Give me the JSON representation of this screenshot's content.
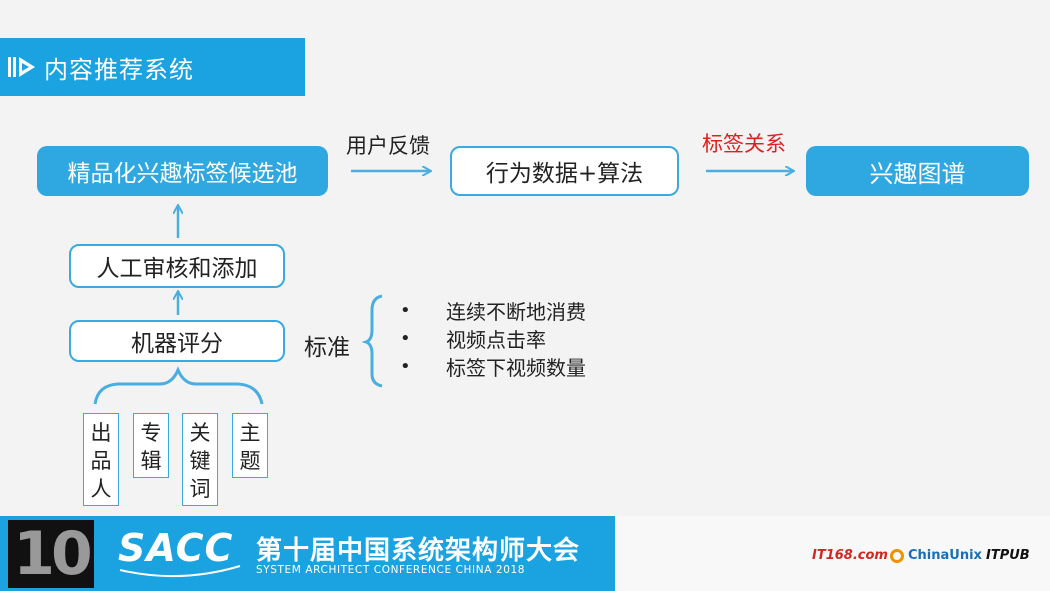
{
  "header": {
    "title": "内容推荐系统"
  },
  "flow": {
    "candidate_pool": "精品化兴趣标签候选池",
    "behavior_algo": "行为数据+算法",
    "interest_graph": "兴趣图谱",
    "feedback_label": "用户反馈",
    "relation_label": "标签关系",
    "relation_color": "#e02020",
    "manual_review": "人工审核和添加",
    "machine_score": "机器评分"
  },
  "criteria": {
    "title": "标准",
    "bullet": "•",
    "items": [
      "连续不断地消费",
      "视频点击率",
      "标签下视频数量"
    ]
  },
  "sources": [
    {
      "chars": [
        "出",
        "品",
        "人"
      ]
    },
    {
      "chars": [
        "专",
        "辑"
      ]
    },
    {
      "chars": [
        "关",
        "键",
        "词"
      ]
    },
    {
      "chars": [
        "主",
        "题"
      ]
    }
  ],
  "footer": {
    "ten": "10",
    "sacc": "SACC",
    "title_cn": "第十届中国系统架构师大会",
    "title_en": "SYSTEM ARCHITECT CONFERENCE CHINA 2018",
    "sponsors": [
      "IT168.com",
      "ChinaUnix",
      "ITPUB"
    ]
  },
  "colors": {
    "accent": "#1aa3e0",
    "box_fill": "#2fa7e0",
    "arrow": "#4aaee0"
  }
}
